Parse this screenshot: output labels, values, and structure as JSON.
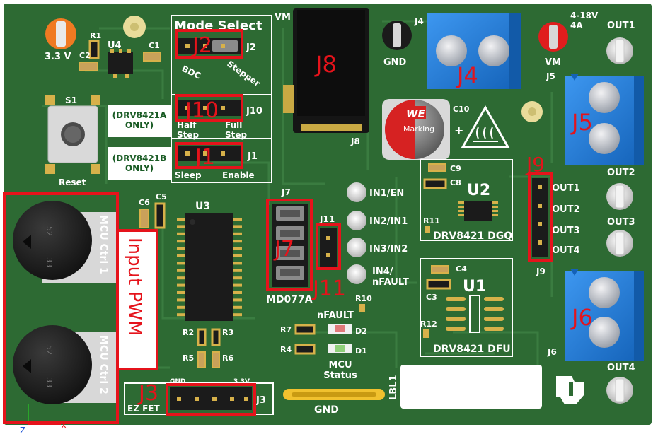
{
  "colors": {
    "board": "#2d6a33",
    "board_dark": "#24572a",
    "trace": "#3f8645",
    "silk": "#ffffff",
    "callout": "#e5131b",
    "terminal_blue": "#1f78d6",
    "header_black": "#1b1b1b",
    "pin_gold": "#d7b14a"
  },
  "silkscreen": {
    "mode_select": "Mode Select",
    "j2_label": "J2",
    "bdc": "BDC",
    "stepper": "Stepper",
    "j10_label": "J10",
    "half_step": "Half\nStep",
    "full_step": "Full\nStep",
    "drv8421a_only": "(DRV8421A\nONLY)",
    "drv8421b_only": "(DRV8421B\nONLY)",
    "j1_label": "J1",
    "sleep": "Sleep",
    "enable": "Enable",
    "vm_top": "VM",
    "j4_label": "J4",
    "gnd_top": "GND",
    "vm_right": "VM",
    "voltage_range": "4-18V\n4A",
    "out1_top": "OUT1",
    "j5_label": "J5",
    "out2": "OUT2",
    "out3": "OUT3",
    "out4_bottom": "OUT4",
    "j6_label": "J6",
    "c10": "C10",
    "marking": "Marking",
    "we_logo": "WE",
    "j8_label": "J8",
    "c9": "C9",
    "c8": "C8",
    "u2": "U2",
    "r11": "R11",
    "drv8421_dgq": "DRV8421 DGQ",
    "c4": "C4",
    "c3": "C3",
    "u1": "U1",
    "r12": "R12",
    "drv8421_dfu": "DRV8421 DFU",
    "j9_out1": "OUT1",
    "j9_out2": "OUT2",
    "j9_out3": "OUT3",
    "j9_out4": "OUT4",
    "j9_label": "J9",
    "j7_label": "J7",
    "j11_label": "J11",
    "md077a": "MD077A",
    "in1": "IN1/EN",
    "in2": "IN2/IN1",
    "in3": "IN3/IN2",
    "in4": "IN4/\nnFAULT",
    "nfault": "nFAULT",
    "r10": "R10",
    "r7": "R7",
    "d2": "D2",
    "r4": "R4",
    "d1": "D1",
    "mcu_status": "MCU\nStatus",
    "gnd_bottom": "GND",
    "lbl1": "LBL1",
    "u3": "U3",
    "c6": "C6",
    "c5": "C5",
    "r2": "R2",
    "r3": "R3",
    "r5": "R5",
    "r6": "R6",
    "u4": "U4",
    "r1": "R1",
    "c2": "C2",
    "c1": "C1",
    "v33": "3.3 V",
    "s1": "S1",
    "reset": "Reset",
    "mcu_ctrl1": "MCU Ctrl 1",
    "mcu_ctrl2": "MCU Ctrl 2",
    "pot_52": "52",
    "pot_33": "33",
    "ez_fet": "EZ FET",
    "gnd_j3": "GND",
    "v33_j3": "3.3V",
    "j3_label": "J3",
    "axis_z": "Z",
    "axis_x": "X"
  },
  "callouts": {
    "j2": "J2",
    "j10": "J10",
    "j1": "J1",
    "j8": "J8",
    "j4": "J4",
    "j5": "J5",
    "j6": "J6",
    "j9": "J9",
    "j7": "J7",
    "j11": "J11",
    "j3": "J3",
    "input_pwm": "Input PWM"
  }
}
